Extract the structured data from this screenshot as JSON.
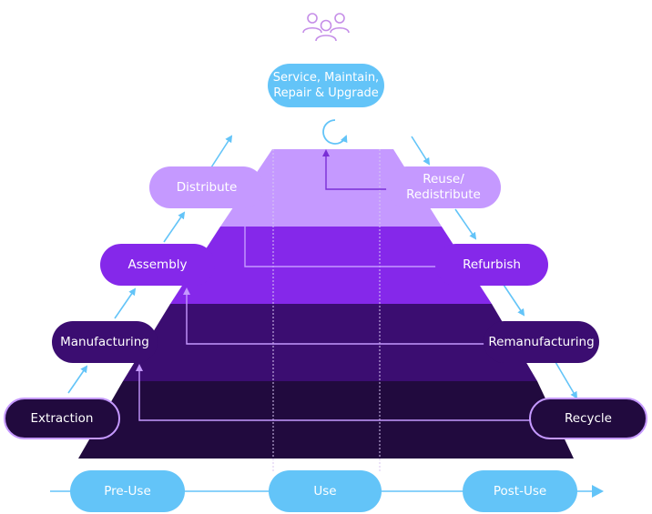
{
  "title_icon": "users-icon",
  "top": {
    "line1": "Service, Maintain,",
    "line2": "Repair & Upgrade"
  },
  "left_stages": [
    {
      "label": "Distribute"
    },
    {
      "label": "Assembly"
    },
    {
      "label": "Manufacturing"
    },
    {
      "label": "Extraction"
    }
  ],
  "right_stages": [
    {
      "line1": "Reuse/",
      "line2": "Redistribute"
    },
    {
      "label": "Refurbish"
    },
    {
      "label": "Remanufacturing"
    },
    {
      "label": "Recycle"
    }
  ],
  "phases": [
    {
      "label": "Pre-Use"
    },
    {
      "label": "Use"
    },
    {
      "label": "Post-Use"
    }
  ],
  "colors": {
    "light_blue": "#63c4f8",
    "tier1": "#c599ff",
    "tier2": "#8528ea",
    "tier3": "#3b0d71",
    "tier4": "#210a3e",
    "icon": "#c58ee8"
  }
}
